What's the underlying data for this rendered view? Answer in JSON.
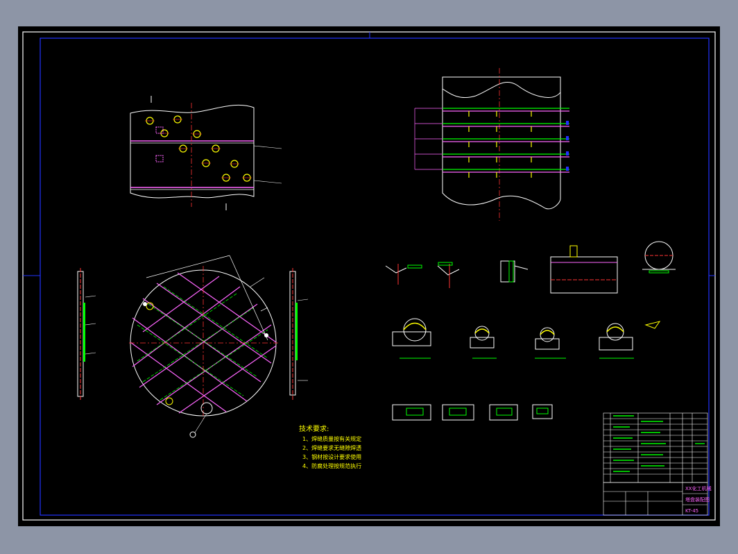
{
  "drawing": {
    "tech_req": {
      "heading": "技术要求:",
      "lines": [
        "1、焊缝质量按有关规定",
        "2、焊缝要求无缝隙焊透",
        "3、钢材按设计要求使用",
        "4、防腐处理按规范执行"
      ]
    },
    "title_block": {
      "company": "XX化工机械",
      "drawing_title": "塔盘装配图",
      "drawing_no": "KT-45"
    }
  }
}
